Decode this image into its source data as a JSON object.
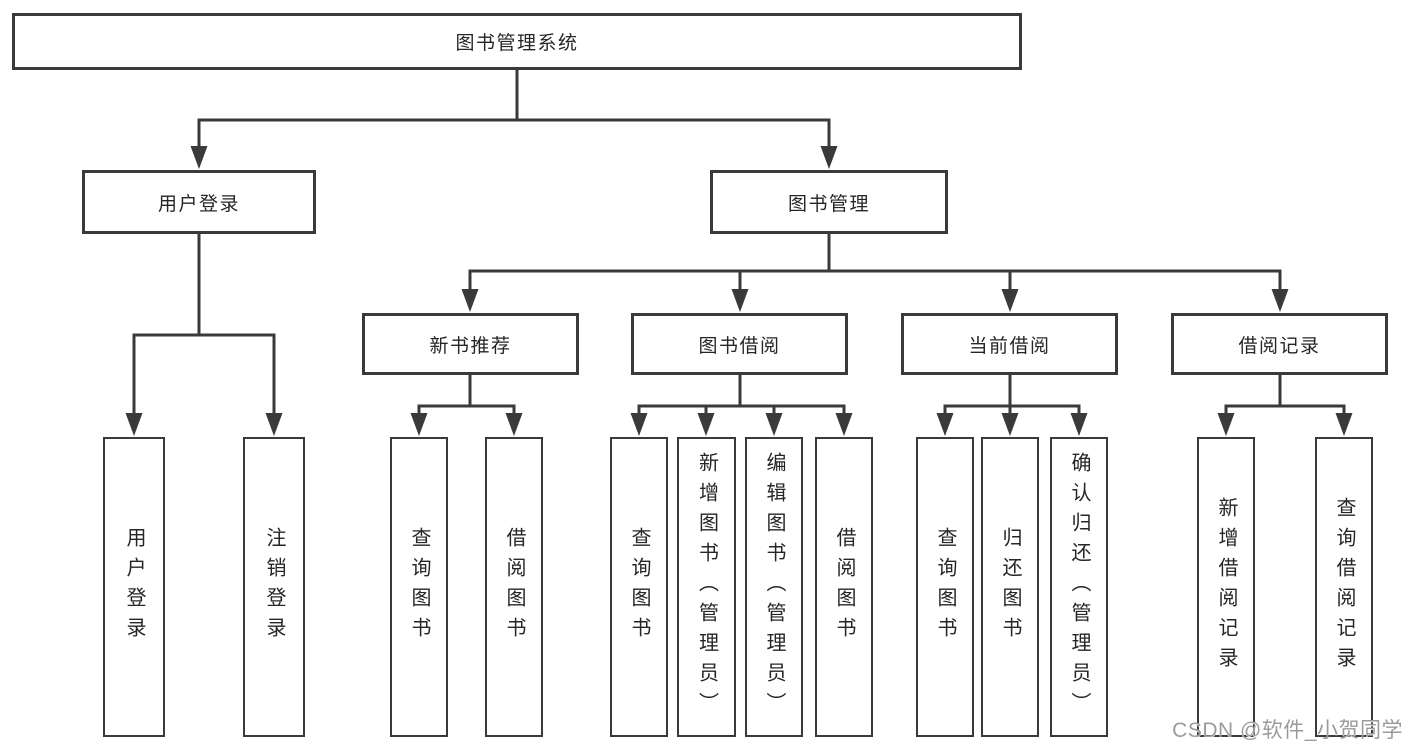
{
  "diagram": {
    "root": {
      "label": "图书管理系统"
    },
    "level2": [
      {
        "label": "用户登录",
        "children": [
          {
            "label": "用户登录"
          },
          {
            "label": "注销登录"
          }
        ]
      },
      {
        "label": "图书管理",
        "children": [
          {
            "label": "新书推荐",
            "children": [
              {
                "label": "查询图书"
              },
              {
                "label": "借阅图书"
              }
            ]
          },
          {
            "label": "图书借阅",
            "children": [
              {
                "label": "查询图书"
              },
              {
                "label": "新增图书（管理员）"
              },
              {
                "label": "编辑图书（管理员）"
              },
              {
                "label": "借阅图书"
              }
            ]
          },
          {
            "label": "当前借阅",
            "children": [
              {
                "label": "查询图书"
              },
              {
                "label": "归还图书"
              },
              {
                "label": "确认归还（管理员）"
              }
            ]
          },
          {
            "label": "借阅记录",
            "children": [
              {
                "label": "新增借阅记录"
              },
              {
                "label": "查询借阅记录"
              }
            ]
          }
        ]
      }
    ]
  },
  "watermark": {
    "text": "CSDN @软件_小贺同学",
    "color": "#9b9b9b"
  },
  "colors": {
    "background": "#ffffff",
    "line": "#3a3a3a",
    "box_border": "#3a3a3a",
    "text": "#262626"
  }
}
